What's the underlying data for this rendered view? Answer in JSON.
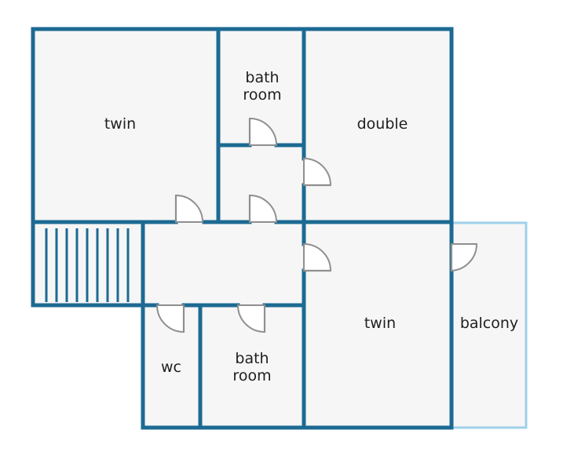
{
  "floor_plan": {
    "rooms": {
      "twin_top_left": {
        "label": "twin"
      },
      "bathroom_top": {
        "label_line1": "bath",
        "label_line2": "room"
      },
      "double": {
        "label": "double"
      },
      "wc": {
        "label": "wc"
      },
      "bathroom_bottom": {
        "label_line1": "bath",
        "label_line2": "room"
      },
      "twin_bottom_right": {
        "label": "twin"
      },
      "balcony": {
        "label": "balcony"
      }
    },
    "colors": {
      "wall": "#1c6a93",
      "balcony_outline": "#9fd0ea",
      "floor": "#f6f6f6",
      "door": "#8f8f8f"
    },
    "stair_treads": 9
  }
}
